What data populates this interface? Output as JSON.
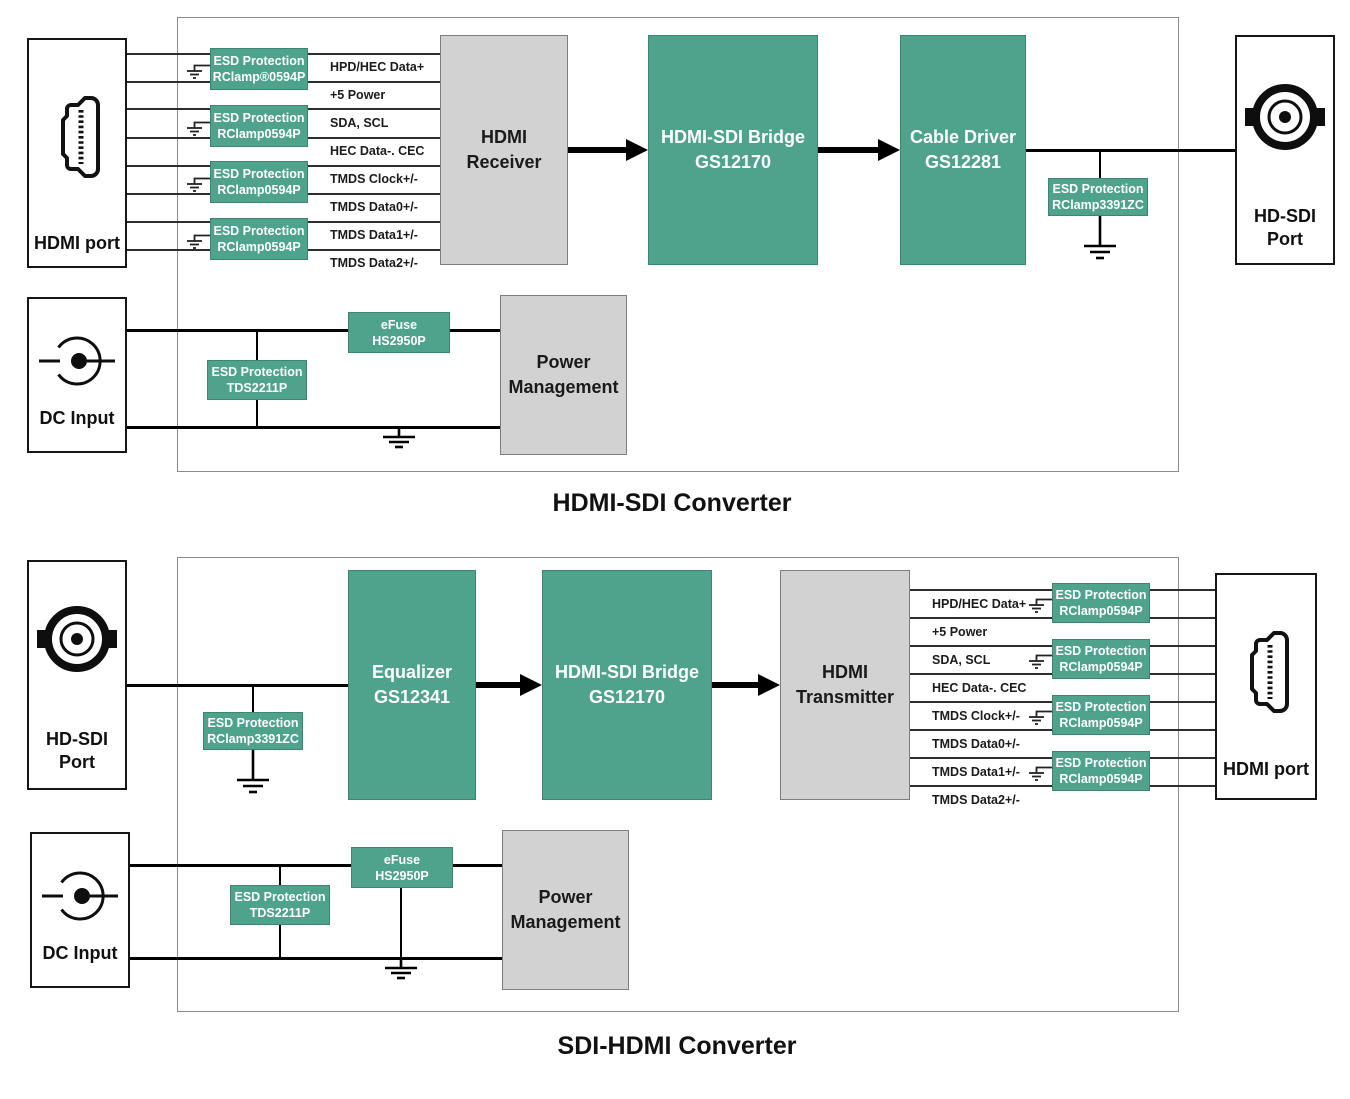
{
  "colors": {
    "block_green": "#4fa28c",
    "block_gray": "#d2d2d2",
    "wire": "#000000"
  },
  "top": {
    "title": "HDMI-SDI Converter",
    "hdmi_port": {
      "label": "HDMI port"
    },
    "esd_blocks": [
      {
        "line1": "ESD Protection",
        "line2": "RClamp®0594P"
      },
      {
        "line1": "ESD Protection",
        "line2": "RClamp0594P"
      },
      {
        "line1": "ESD Protection",
        "line2": "RClamp0594P"
      },
      {
        "line1": "ESD Protection",
        "line2": "RClamp0594P"
      }
    ],
    "signals": [
      "HPD/HEC Data+",
      "+5 Power",
      "SDA, SCL",
      "HEC Data-. CEC",
      "TMDS Clock+/-",
      "TMDS Data0+/-",
      "TMDS Data1+/-",
      "TMDS Data2+/-"
    ],
    "receiver": {
      "line1": "HDMI",
      "line2": "Receiver"
    },
    "bridge": {
      "line1": "HDMI-SDI Bridge",
      "line2": "GS12170"
    },
    "cable_driver": {
      "line1": "Cable Driver",
      "line2": "GS12281"
    },
    "sdi_esd": {
      "line1": "ESD Protection",
      "line2": "RClamp3391ZC"
    },
    "sdi_port": {
      "line1": "HD-SDI",
      "line2": "Port"
    },
    "dc_input": {
      "label": "DC Input"
    },
    "efuse": {
      "line1": "eFuse",
      "line2": "HS2950P"
    },
    "tds": {
      "line1": "ESD Protection",
      "line2": "TDS2211P"
    },
    "power_mgmt": {
      "line1": "Power",
      "line2": "Management"
    }
  },
  "bottom": {
    "title": "SDI-HDMI Converter",
    "sdi_port": {
      "line1": "HD-SDI",
      "line2": "Port"
    },
    "sdi_esd": {
      "line1": "ESD Protection",
      "line2": "RClamp3391ZC"
    },
    "equalizer": {
      "line1": "Equalizer",
      "line2": "GS12341"
    },
    "bridge": {
      "line1": "HDMI-SDI Bridge",
      "line2": "GS12170"
    },
    "transmitter": {
      "line1": "HDMI",
      "line2": "Transmitter"
    },
    "signals": [
      "HPD/HEC Data+",
      "+5 Power",
      "SDA, SCL",
      "HEC Data-. CEC",
      "TMDS Clock+/-",
      "TMDS Data0+/-",
      "TMDS Data1+/-",
      "TMDS Data2+/-"
    ],
    "esd_blocks": [
      {
        "line1": "ESD Protection",
        "line2": "RClamp0594P"
      },
      {
        "line1": "ESD Protection",
        "line2": "RClamp0594P"
      },
      {
        "line1": "ESD Protection",
        "line2": "RClamp0594P"
      },
      {
        "line1": "ESD Protection",
        "line2": "RClamp0594P"
      }
    ],
    "hdmi_port": {
      "label": "HDMI port"
    },
    "dc_input": {
      "label": "DC Input"
    },
    "efuse": {
      "line1": "eFuse",
      "line2": "HS2950P"
    },
    "tds": {
      "line1": "ESD Protection",
      "line2": "TDS2211P"
    },
    "power_mgmt": {
      "line1": "Power",
      "line2": "Management"
    }
  }
}
